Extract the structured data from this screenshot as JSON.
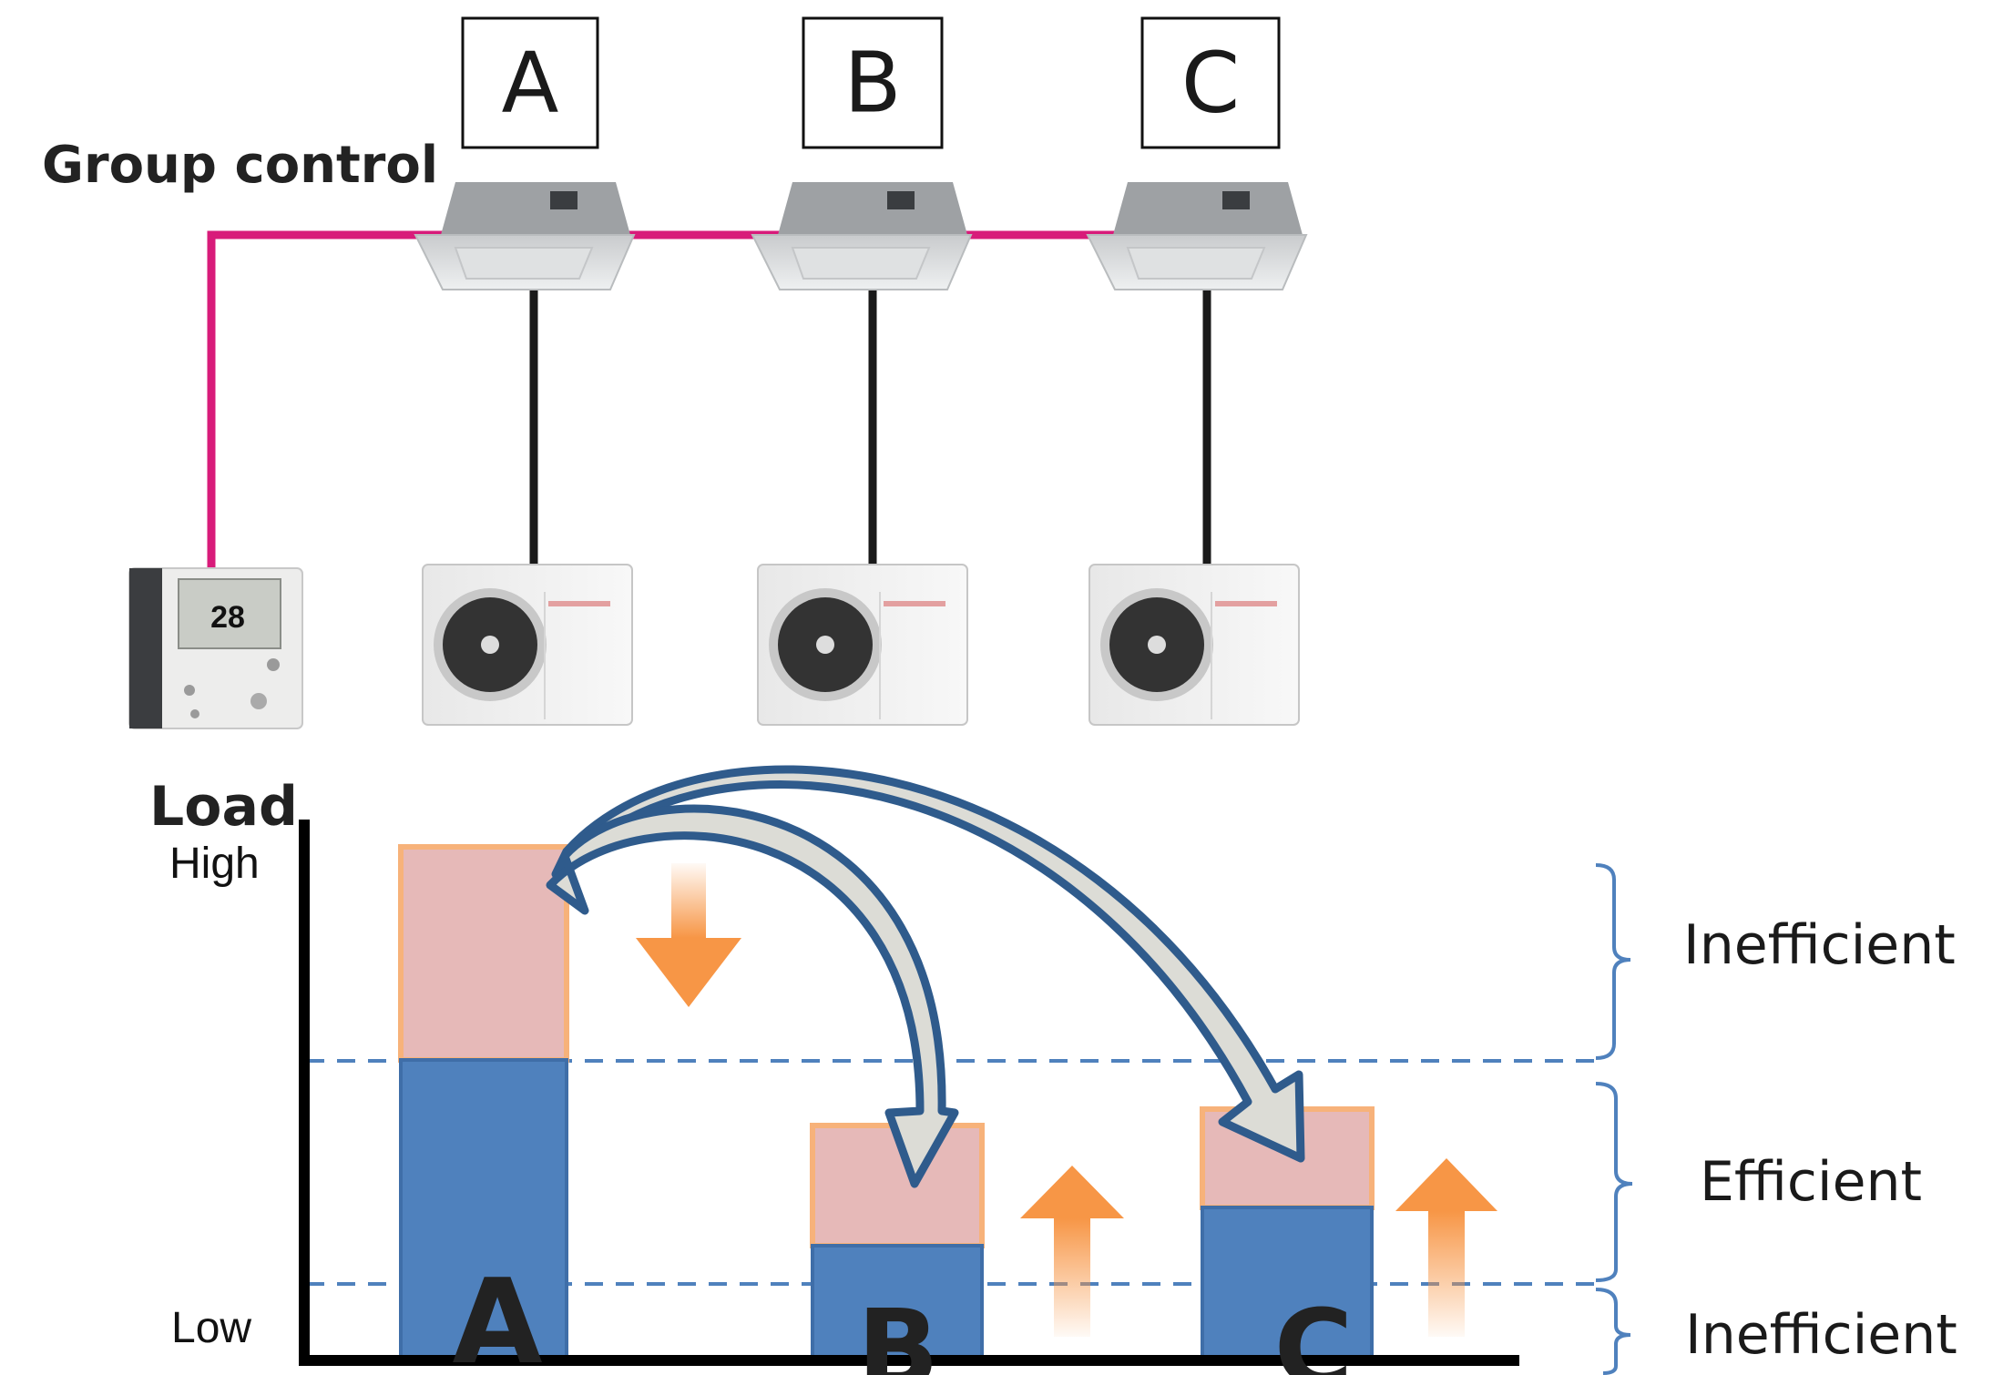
{
  "units": [
    {
      "label": "A"
    },
    {
      "label": "B"
    },
    {
      "label": "C"
    }
  ],
  "group_control_label": "Group control",
  "controller_display": "28",
  "axis": {
    "title": "Load",
    "high": "High",
    "low": "Low"
  },
  "bars": [
    {
      "label": "A",
      "base_level": 0.55,
      "total_level": 0.94
    },
    {
      "label": "B",
      "base_level": 0.21,
      "total_level": 0.43
    },
    {
      "label": "C",
      "base_level": 0.28,
      "total_level": 0.46
    }
  ],
  "zones": [
    {
      "label": "Inefficient"
    },
    {
      "label": "Efficient"
    },
    {
      "label": "Inefficient"
    }
  ],
  "colors": {
    "wire_pink": "#d81b7a",
    "bar_blue": "#4f81bd",
    "bar_excess_fill": "#e6b9b8",
    "bar_excess_border": "#f7b27a",
    "arrow_orange": "#f79646",
    "curved_arrow_stroke": "#2f5b8c",
    "curved_arrow_fill": "#dcdcd6",
    "dashed_line": "#4f81bd"
  }
}
